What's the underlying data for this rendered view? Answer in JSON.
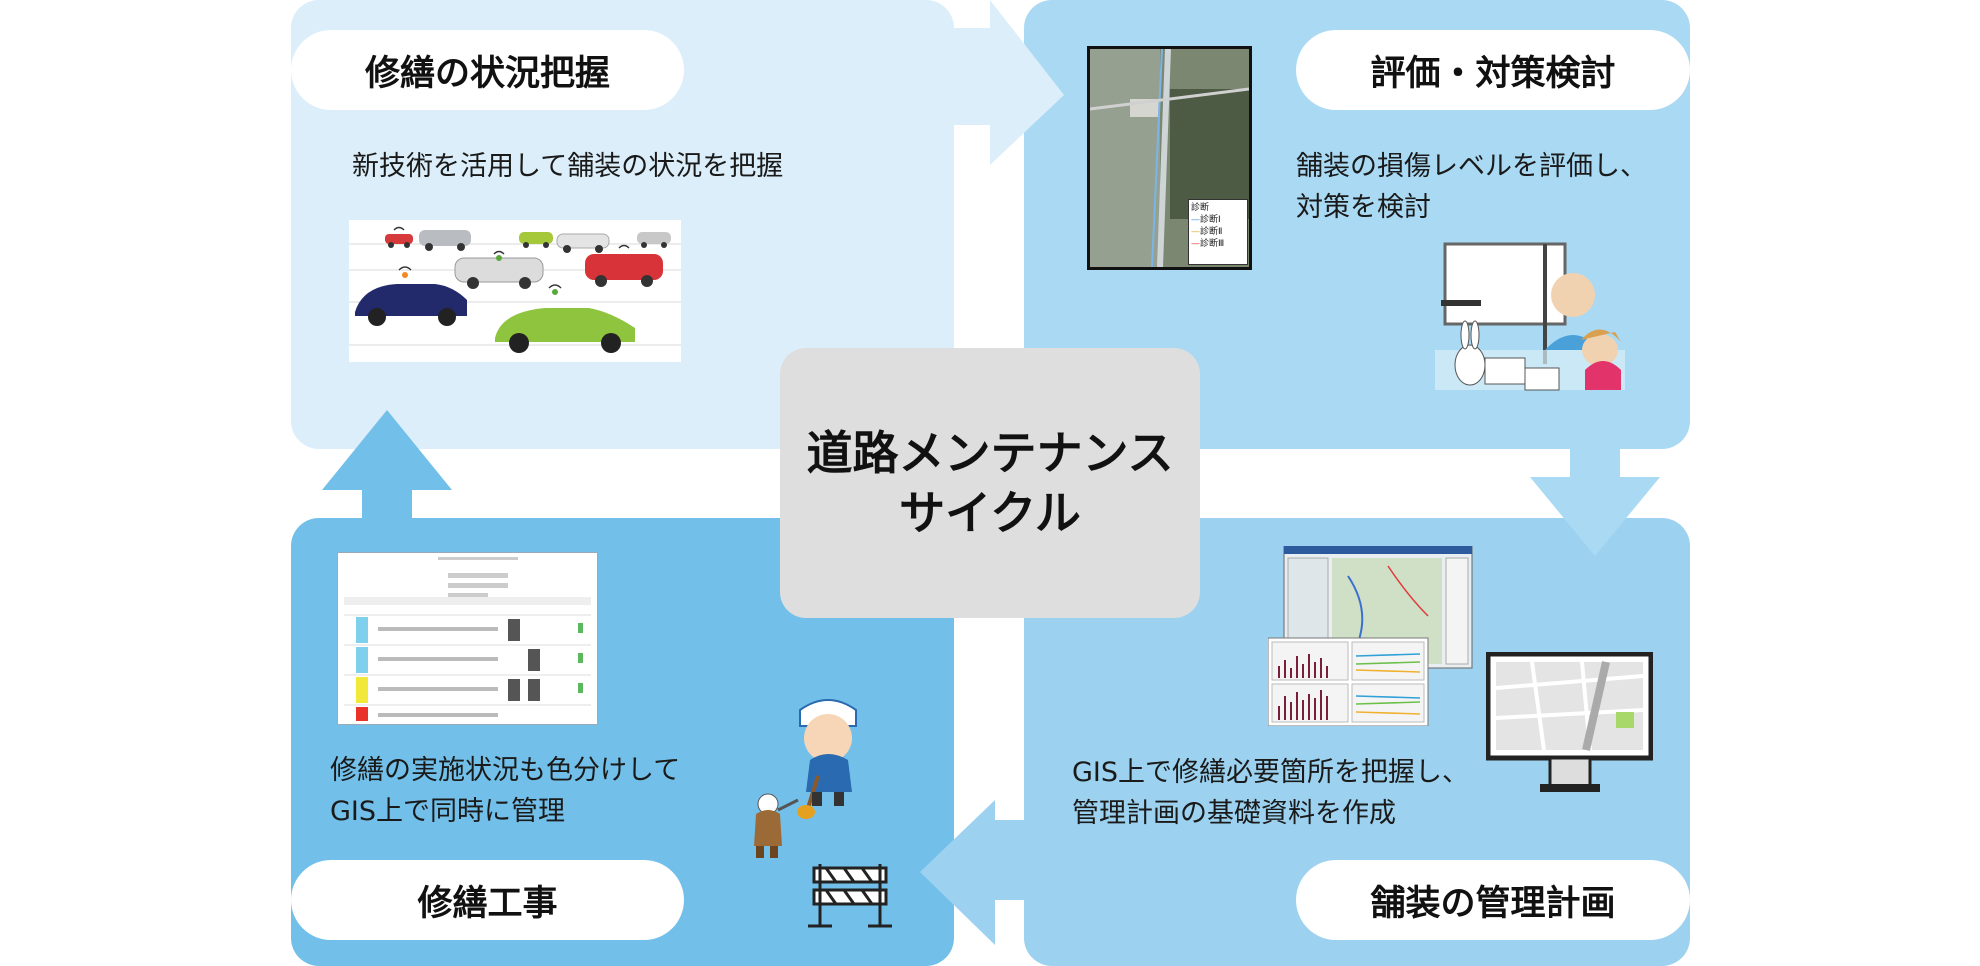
{
  "center": {
    "title_line1": "道路メンテナンス",
    "title_line2": "サイクル"
  },
  "steps": {
    "survey": {
      "title": "修繕の状況把握",
      "desc_line1": "新技術を活用して舗装の状況を把握"
    },
    "evaluate": {
      "title": "評価・対策検討",
      "desc_line1": "舗装の損傷レベルを評価し、",
      "desc_line2": "対策を検討",
      "map_legend": {
        "title": "診断",
        "items": [
          "診断Ⅰ",
          "診断Ⅱ",
          "診断Ⅲ"
        ]
      }
    },
    "plan": {
      "title": "舗装の管理計画",
      "desc_line1": "GIS上で修繕必要箇所を把握し、",
      "desc_line2": "管理計画の基礎資料を作成"
    },
    "construction": {
      "title": "修繕工事",
      "desc_line1": "修繕の実施状況も色分けして",
      "desc_line2": "GIS上で同時に管理"
    }
  },
  "table_row_colors": [
    "#7fd0ec",
    "#7fd0ec",
    "#f2e83a",
    "#e8322a"
  ],
  "colors": {
    "survey_bg": "#dbeef9",
    "evaluate_bg": "#a9d9f3",
    "construction_bg": "#72c0ea",
    "plan_bg": "#9cd2f0",
    "center_bg": "#dedede"
  }
}
